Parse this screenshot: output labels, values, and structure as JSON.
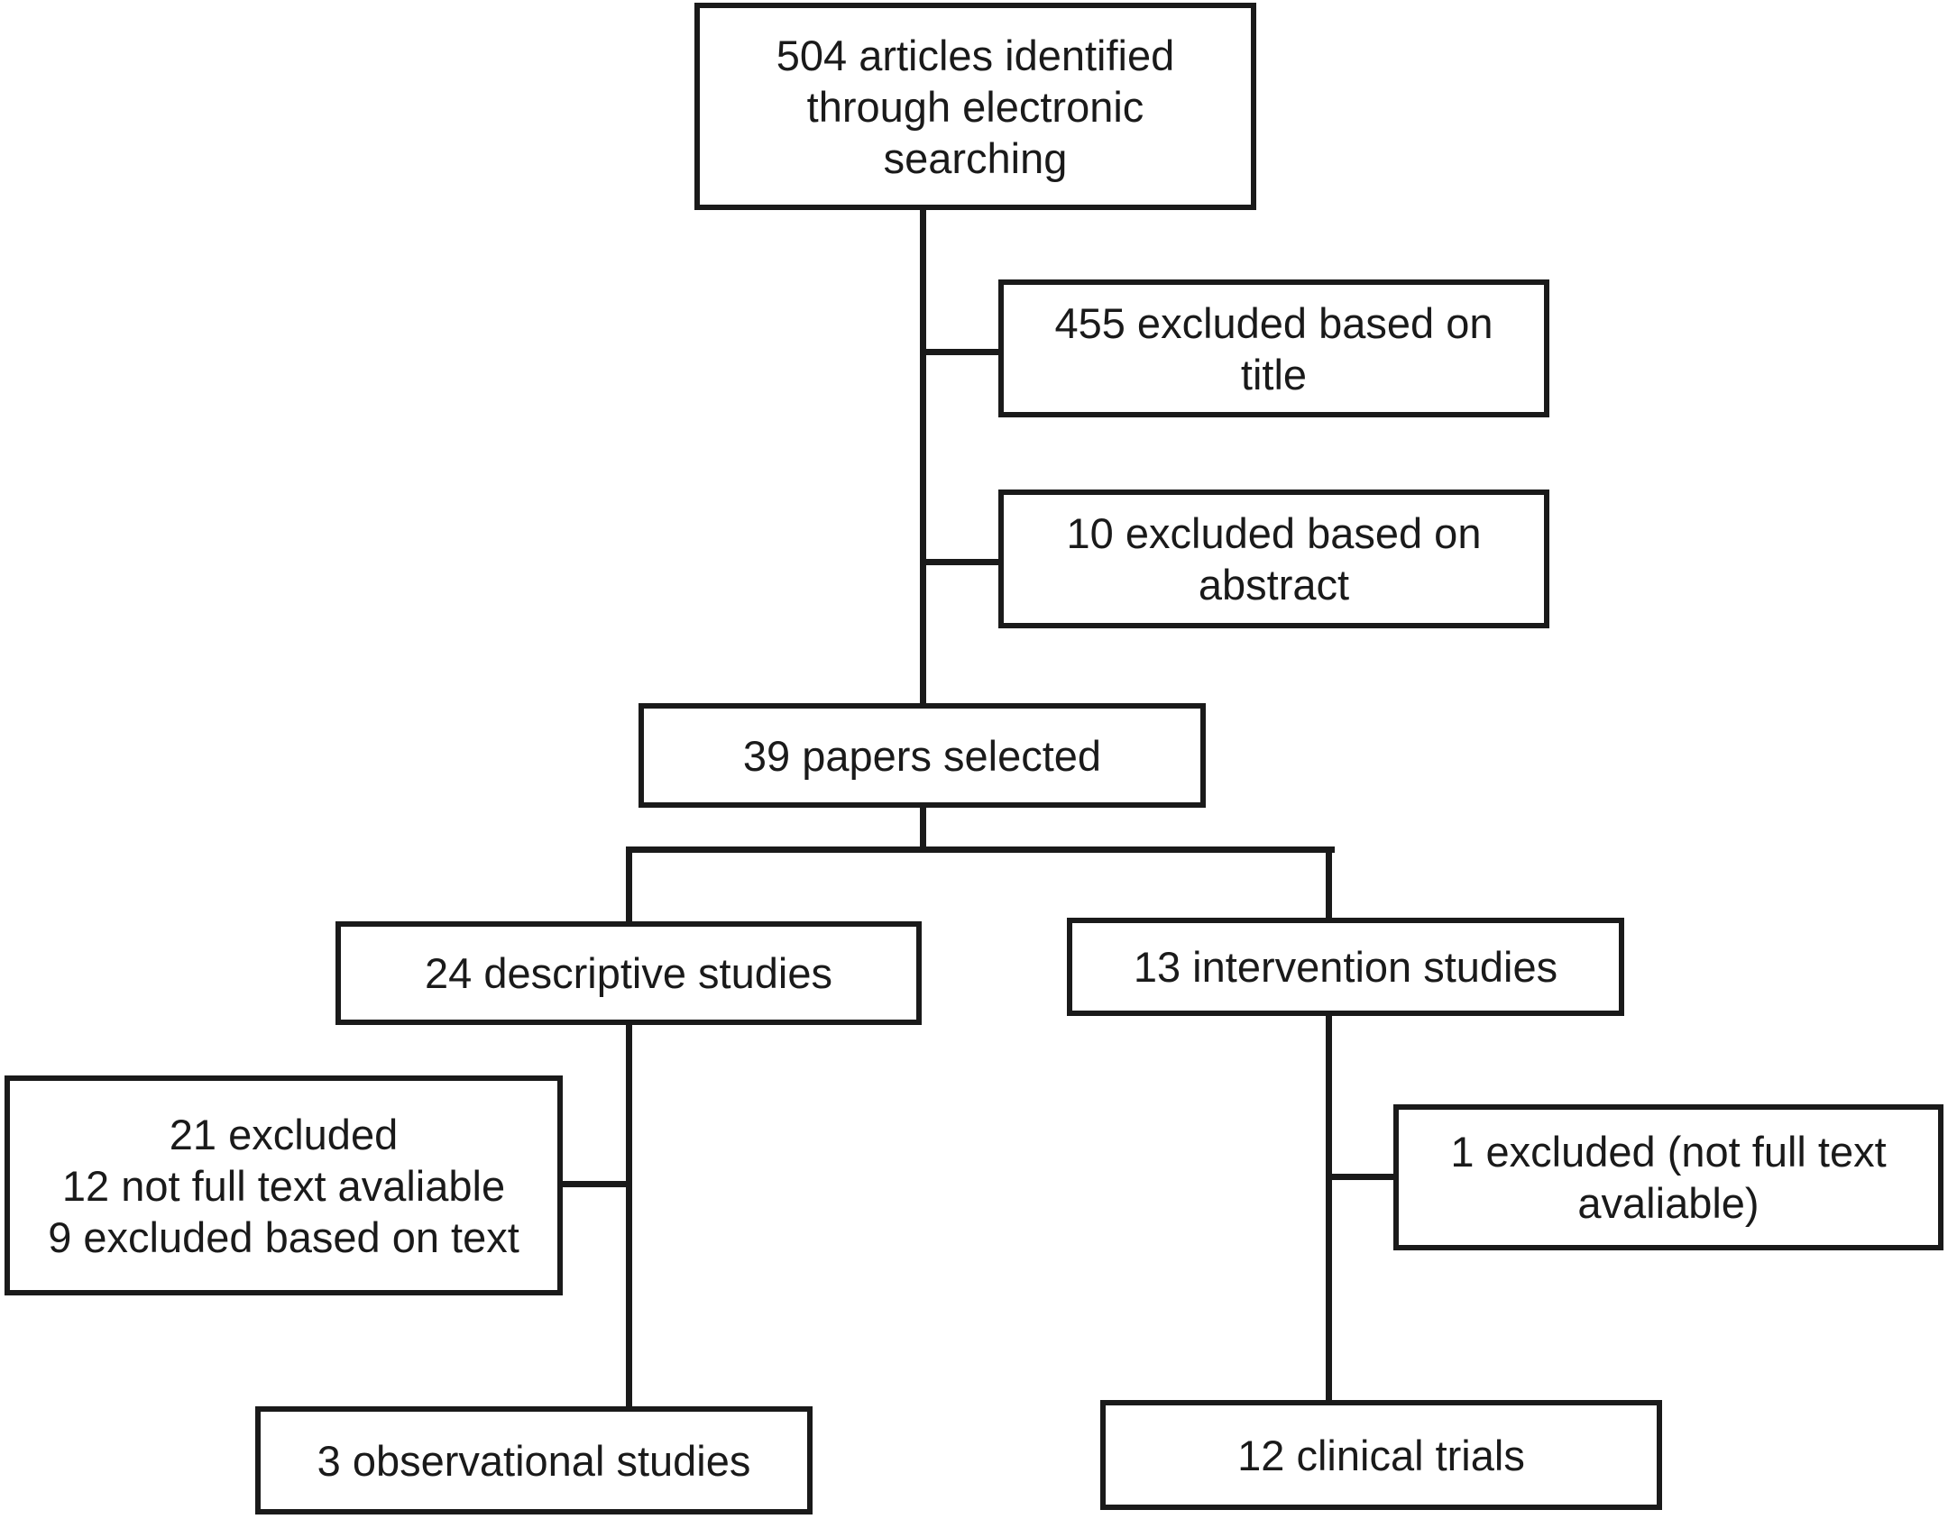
{
  "diagram": {
    "type": "flowchart",
    "description": "Article screening flow diagram",
    "colors": {
      "background": "#ffffff",
      "line": "#1a1a1a",
      "text": "#1a1a1a",
      "node_fill": "#ffffff"
    },
    "nodes": {
      "identified": {
        "count": 504,
        "lines": [
          "504 articles identified",
          "through electronic",
          "searching"
        ]
      },
      "excluded_title": {
        "count": 455,
        "lines": [
          "455 excluded based on",
          "title"
        ]
      },
      "excluded_abstract": {
        "count": 10,
        "lines": [
          "10 excluded based on",
          "abstract"
        ]
      },
      "selected": {
        "count": 39,
        "lines": [
          "39 papers selected"
        ]
      },
      "descriptive": {
        "count": 24,
        "lines": [
          "24 descriptive studies"
        ]
      },
      "intervention": {
        "count": 13,
        "lines": [
          "13 intervention studies"
        ]
      },
      "excluded_descriptive": {
        "count": 21,
        "lines": [
          "21 excluded",
          "12 not full text avaliable",
          "9 excluded based on text"
        ]
      },
      "excluded_intervention": {
        "count": 1,
        "lines": [
          "1 excluded (not full text",
          "avaliable)"
        ]
      },
      "observational": {
        "count": 3,
        "lines": [
          "3 observational studies"
        ]
      },
      "clinical": {
        "count": 12,
        "lines": [
          "12 clinical trials"
        ]
      }
    }
  }
}
